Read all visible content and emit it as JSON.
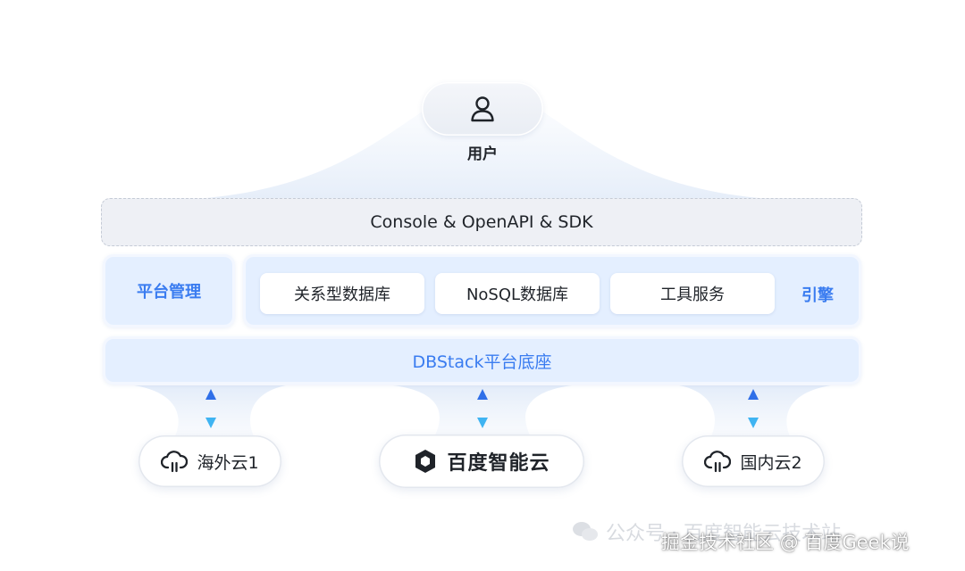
{
  "user": {
    "label": "用户",
    "icon": "user-icon"
  },
  "console": {
    "label": "Console & OpenAPI & SDK"
  },
  "platform_management": {
    "label": "平台管理"
  },
  "engines": {
    "label": "引擎",
    "items": [
      {
        "label": "关系型数据库"
      },
      {
        "label": "NoSQL数据库"
      },
      {
        "label": "工具服务"
      }
    ]
  },
  "dbstack": {
    "label": "DBStack平台底座"
  },
  "clouds": [
    {
      "label": "海外云1",
      "icon": "cloud-icon"
    },
    {
      "label": "百度智能云",
      "icon": "baidu-cloud-logo-icon"
    },
    {
      "label": "国内云2",
      "icon": "cloud-icon"
    }
  ],
  "watermark": {
    "faint": "公众号 · 百度智能云技术站",
    "main": "掘金技术社区 @ 百度Geek说"
  },
  "colors": {
    "accent": "#3a7cf0",
    "panel_bg": "#e4efff",
    "arrow_top": "#2f6fe8",
    "arrow_bottom": "#3fb4f2"
  }
}
